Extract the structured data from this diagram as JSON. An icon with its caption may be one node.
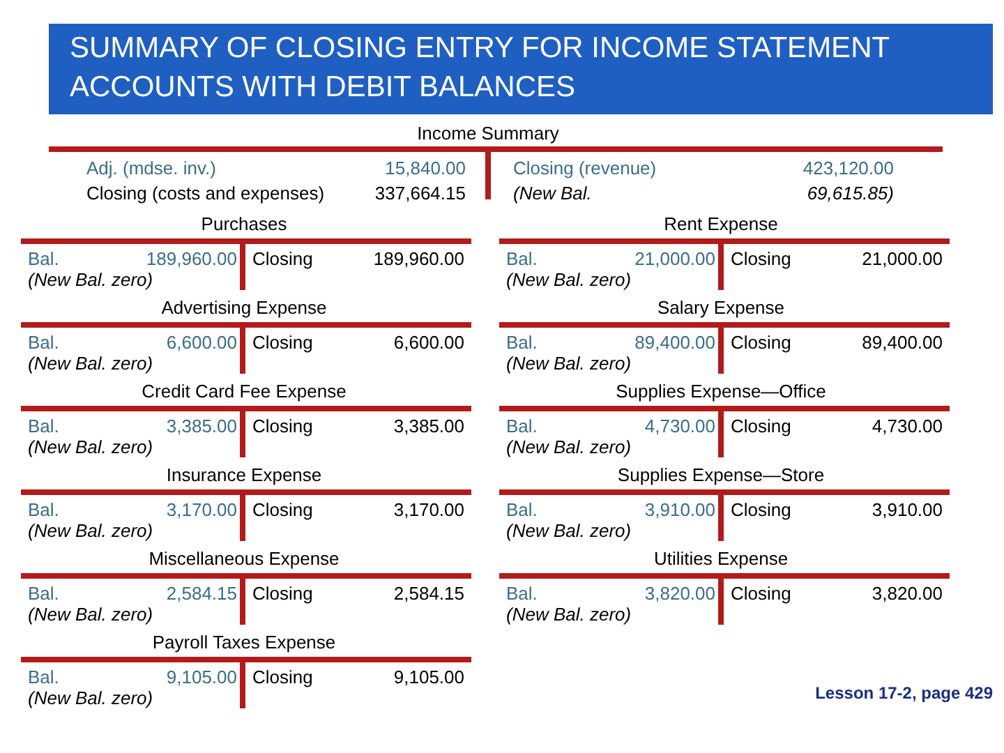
{
  "diagram": {
    "title": "SUMMARY OF CLOSING ENTRY FOR INCOME STATEMENT ACCOUNTS WITH DEBIT BALANCES",
    "labels": [
      "Income Summary",
      "Adj. (mdse. inv.)",
      "15,840.00",
      "Closing (revenue)",
      "423,120.00",
      "Closing (costs and expenses)",
      "337,664.15",
      "(New Bal.",
      "69,615.85)",
      "Purchases",
      "Bal.",
      "189,960.00",
      "Closing",
      "189,960.00",
      "(New Bal. zero)",
      "Rent Expense",
      "Bal.",
      "21,000.00",
      "Closing",
      "21,000.00",
      "(New Bal. zero)",
      "Advertising Expense",
      "Bal.",
      "6,600.00",
      "Closing",
      "6,600.00",
      "(New Bal. zero)",
      "Salary Expense",
      "Bal.",
      "89,400.00",
      "Closing",
      "89,400.00",
      "(New Bal. zero)",
      "Credit Card Fee Expense",
      "Bal.",
      "3,385.00",
      "Closing",
      "3,385.00",
      "(New Bal. zero)",
      "Supplies Expense—Office",
      "Bal.",
      "4,730.00",
      "Closing",
      "4,730.00",
      "(New Bal. zero)",
      "Insurance Expense",
      "Bal.",
      "3,170.00",
      "Closing",
      "3,170.00",
      "(New Bal. zero)",
      "Supplies Expense—Store",
      "Bal.",
      "3,910.00",
      "Closing",
      "3,910.00",
      "(New Bal. zero)",
      "Miscellaneous Expense",
      "Bal.",
      "2,584.15",
      "Closing",
      "2,584.15",
      "(New Bal. zero)",
      "Utilities Expense",
      "Bal.",
      "3,820.00",
      "Closing",
      "3,820.00",
      "(New Bal. zero)",
      "Payroll Taxes Expense",
      "Bal.",
      "9,105.00",
      "Closing",
      "9,105.00",
      "(New Bal. zero)",
      "Lesson 17-2, page 429"
    ]
  }
}
